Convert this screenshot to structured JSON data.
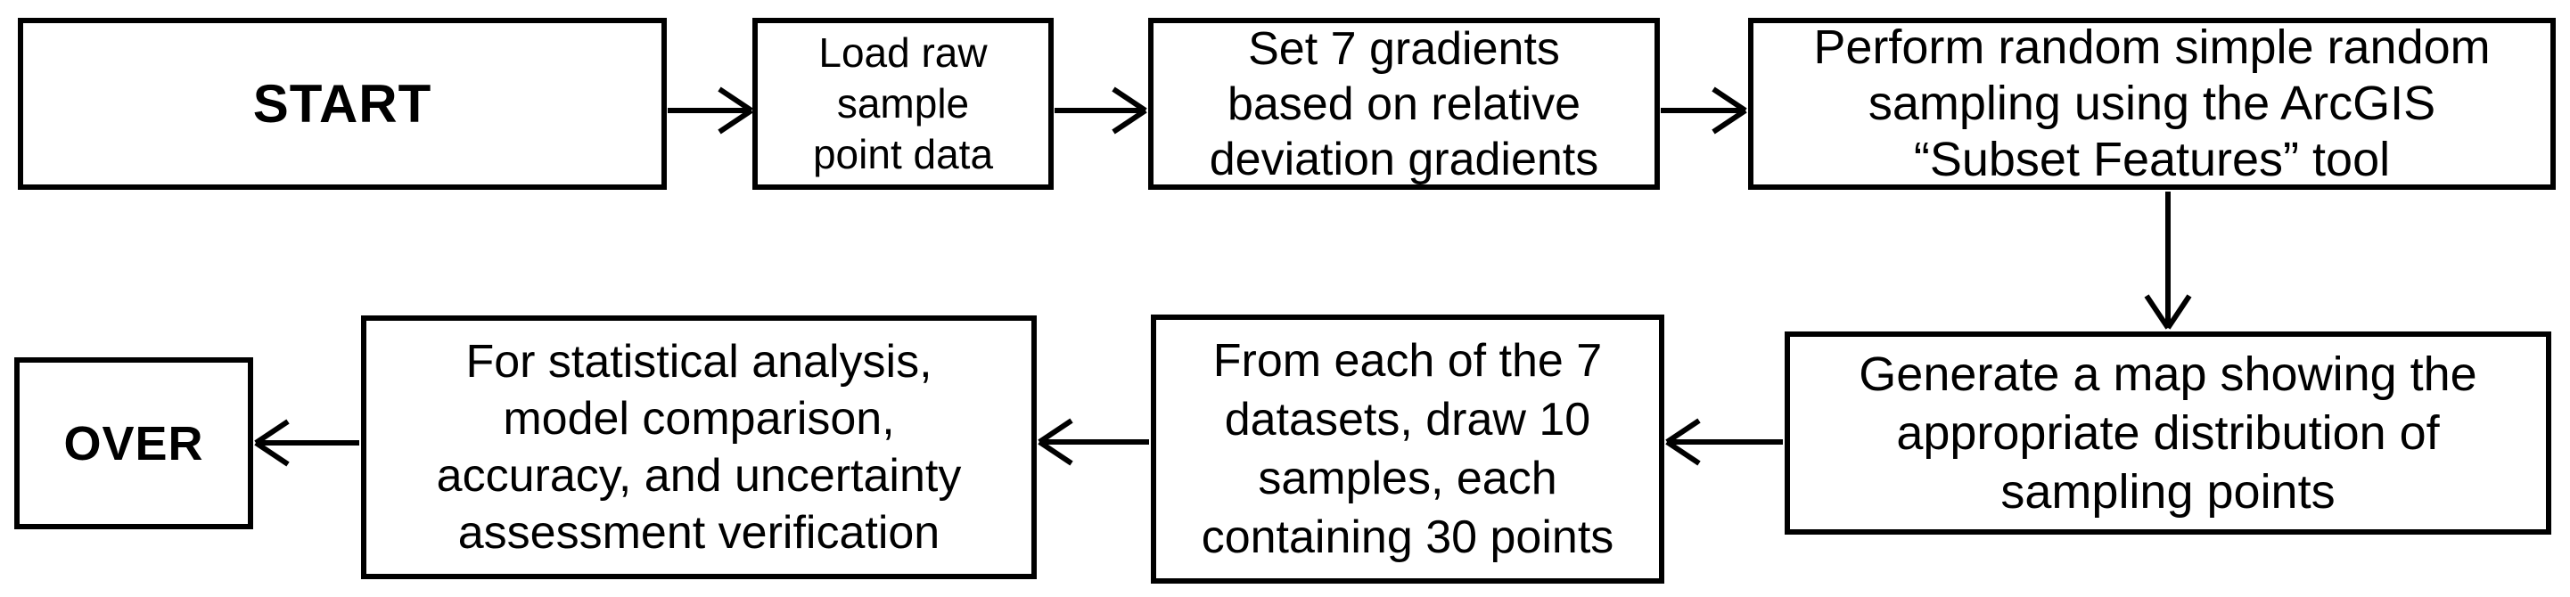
{
  "diagram": {
    "type": "flowchart",
    "colors": {
      "background": "#ffffff",
      "box_border": "#000000",
      "text": "#000000",
      "arrow": "#000000"
    },
    "nodes": {
      "start": {
        "label": "START"
      },
      "load_raw": {
        "label": "Load raw\nsample\npoint data"
      },
      "set_gradients": {
        "label": "Set 7 gradients\nbased on relative\ndeviation gradients"
      },
      "perform_sampling": {
        "label": "Perform random simple random\nsampling using the ArcGIS\n“Subset Features” tool"
      },
      "generate_map": {
        "label": "Generate a map showing the\nappropriate distribution of\nsampling points"
      },
      "draw_samples": {
        "label": "From each of the 7\ndatasets, draw 10\nsamples, each\ncontaining 30 points"
      },
      "statistical_analysis": {
        "label": "For statistical analysis,\nmodel comparison,\naccuracy, and uncertainty\nassessment verification"
      },
      "over": {
        "label": "OVER"
      }
    },
    "edges": [
      {
        "from": "start",
        "to": "load_raw",
        "direction": "right"
      },
      {
        "from": "load_raw",
        "to": "set_gradients",
        "direction": "right"
      },
      {
        "from": "set_gradients",
        "to": "perform_sampling",
        "direction": "right"
      },
      {
        "from": "perform_sampling",
        "to": "generate_map",
        "direction": "down"
      },
      {
        "from": "generate_map",
        "to": "draw_samples",
        "direction": "left"
      },
      {
        "from": "draw_samples",
        "to": "statistical_analysis",
        "direction": "left"
      },
      {
        "from": "statistical_analysis",
        "to": "over",
        "direction": "left"
      }
    ]
  }
}
